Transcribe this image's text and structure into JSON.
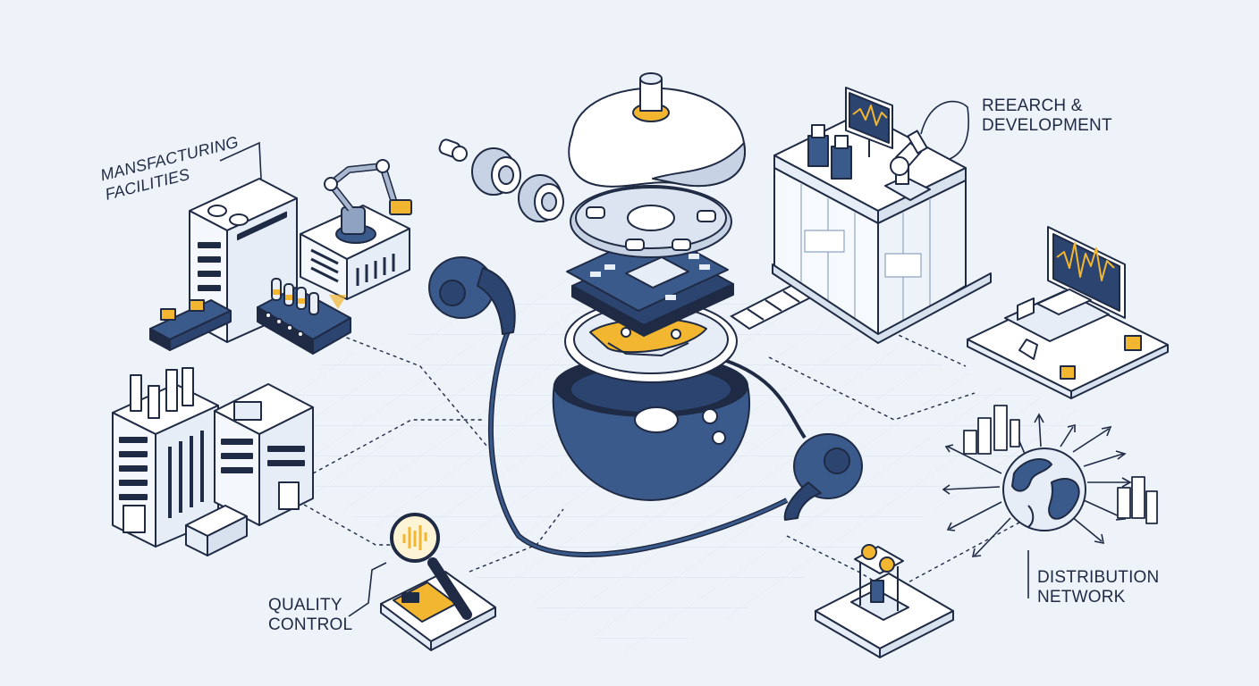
{
  "labels": {
    "manufacturing": {
      "line1": "MANSFACTURING",
      "line2": "FACILITIES"
    },
    "research": {
      "line1": "REEARCH &",
      "line2": "DEVELOPMENT"
    },
    "quality": {
      "line1": "QUALITY",
      "line2": "CONTROL"
    },
    "distribution": {
      "line1": "DISTRIBUTION",
      "line2": "NETWORK"
    }
  },
  "colors": {
    "background": "#eef3f9",
    "outline": "#1f2a44",
    "navy": "#3b5a8c",
    "accent": "#f2b630",
    "white": "#ffffff"
  },
  "icons": [
    "factory-icon",
    "robot-arm-icon",
    "conveyor-icon",
    "earbud-icon",
    "circuit-board-icon",
    "lab-building-icon",
    "microscope-icon",
    "monitor-icon",
    "magnifier-icon",
    "globe-icon",
    "probe-station-icon"
  ]
}
